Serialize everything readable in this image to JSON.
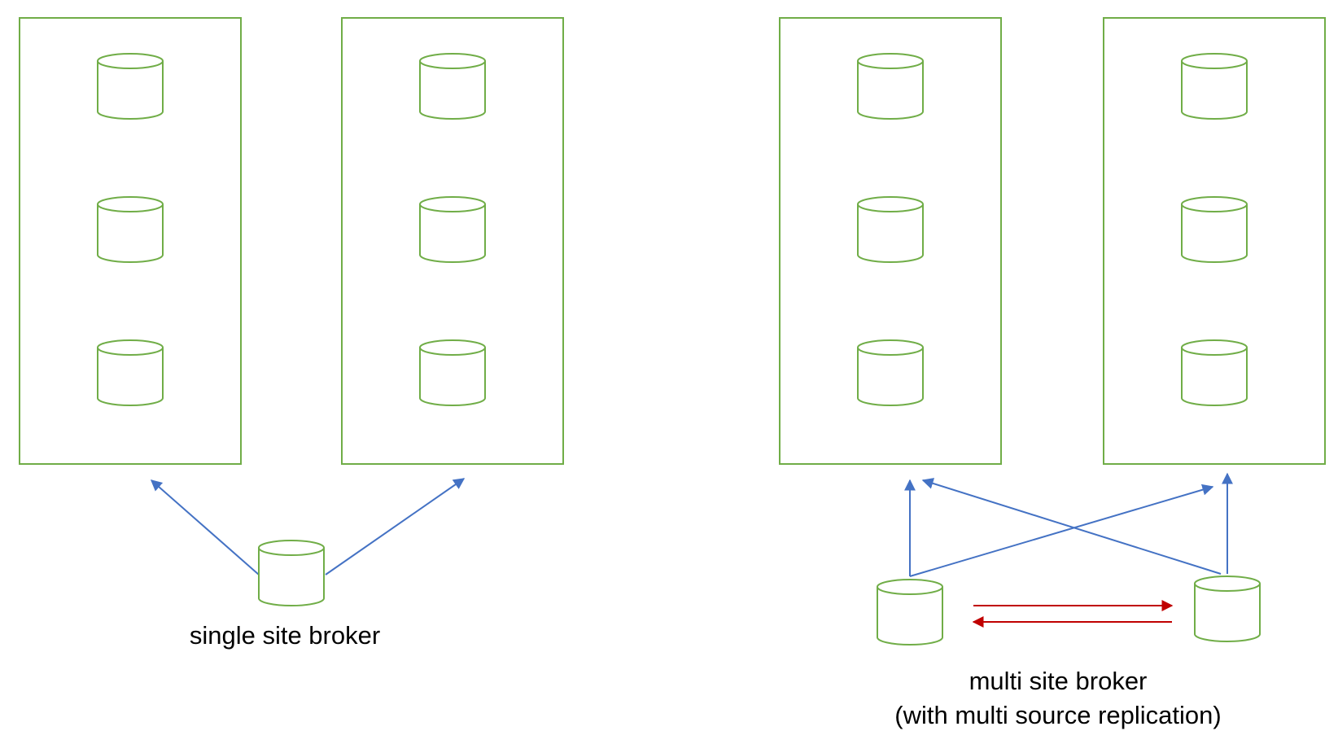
{
  "captions": {
    "single": "single site broker",
    "multi_line1": "multi site broker",
    "multi_line2": "(with multi source replication)"
  },
  "colors": {
    "site_border": "#70ad47",
    "database": "#70ad47",
    "query_arrow": "#4472c4",
    "replication_arrow": "#c00000"
  },
  "diagram": {
    "single_site": {
      "sites": 2,
      "databases_per_site": 3,
      "brokers": 1
    },
    "multi_site": {
      "sites": 2,
      "databases_per_site": 3,
      "brokers": 2,
      "replication": "bidirectional"
    }
  }
}
